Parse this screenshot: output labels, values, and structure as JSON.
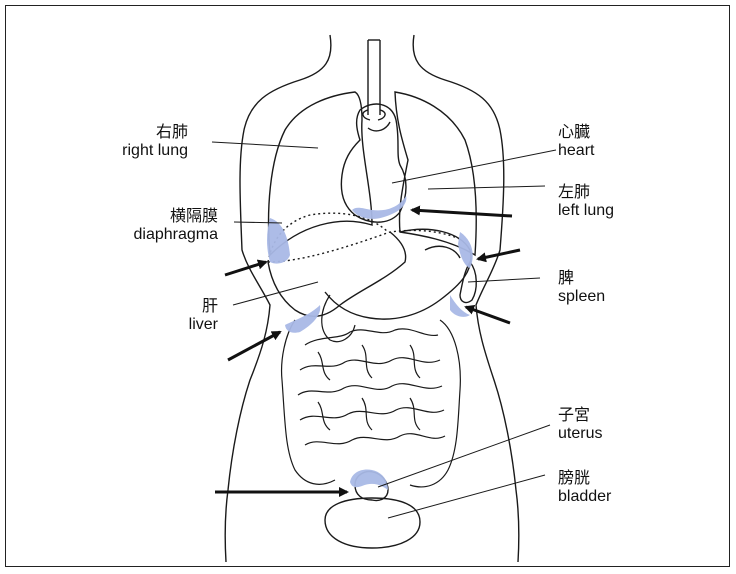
{
  "labels": {
    "right_lung": {
      "zh": "右肺",
      "en": "right lung"
    },
    "diaphragm": {
      "zh": "横隔膜",
      "en": "diaphragma"
    },
    "liver": {
      "zh": "肝",
      "en": "liver"
    },
    "heart": {
      "zh": "心臓",
      "en": "heart"
    },
    "left_lung": {
      "zh": "左肺",
      "en": "left lung"
    },
    "spleen": {
      "zh": "脾",
      "en": "spleen"
    },
    "uterus": {
      "zh": "子宮",
      "en": "uterus"
    },
    "bladder": {
      "zh": "膀胱",
      "en": "bladder"
    }
  },
  "colors": {
    "highlight": "#a9b9e6",
    "line": "#1a1a1a",
    "arrow": "#111111"
  }
}
